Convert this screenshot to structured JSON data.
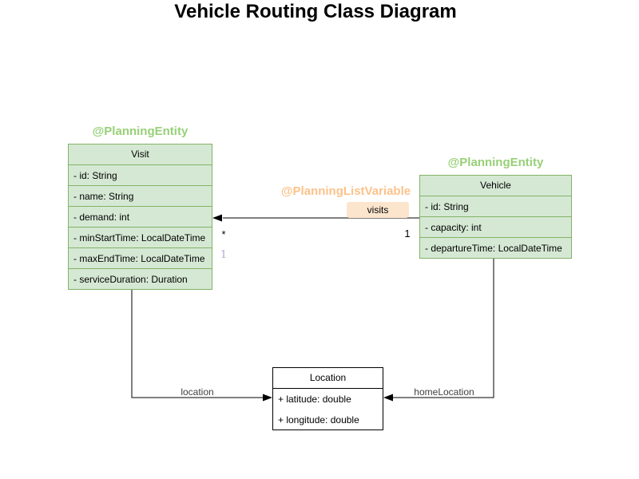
{
  "title": "Vehicle Routing Class Diagram",
  "classes": {
    "visit": {
      "stereotype": "@PlanningEntity",
      "name": "Visit",
      "attributes": [
        "- id: String",
        "- name: String",
        "- demand: int",
        "- minStartTime: LocalDateTime",
        "- maxEndTime: LocalDateTime",
        "- serviceDuration: Duration"
      ]
    },
    "vehicle": {
      "stereotype": "@PlanningEntity",
      "name": "Vehicle",
      "attributes": [
        "- id: String",
        "- capacity: int",
        "- departureTime: LocalDateTime"
      ]
    },
    "location": {
      "name": "Location",
      "attributes": [
        "+ latitude: double",
        "+ longitude: double"
      ]
    }
  },
  "edges": {
    "visits": {
      "annotation": "@PlanningListVariable",
      "label": "visits",
      "multiplicity_at_visit": "*",
      "multiplicity_at_vehicle": "1",
      "index_label": "1"
    },
    "location": {
      "label": "location"
    },
    "home_location": {
      "label": "homeLocation"
    }
  },
  "colors": {
    "class_fill": "#d5e8d4",
    "class_border": "#82b366",
    "entity_annotation_text": "#97d077",
    "list_variable_annotation_text": "#fcc28a",
    "visits_label_bg": "#fce5cd",
    "index_label_text": "#b5a7d0"
  }
}
